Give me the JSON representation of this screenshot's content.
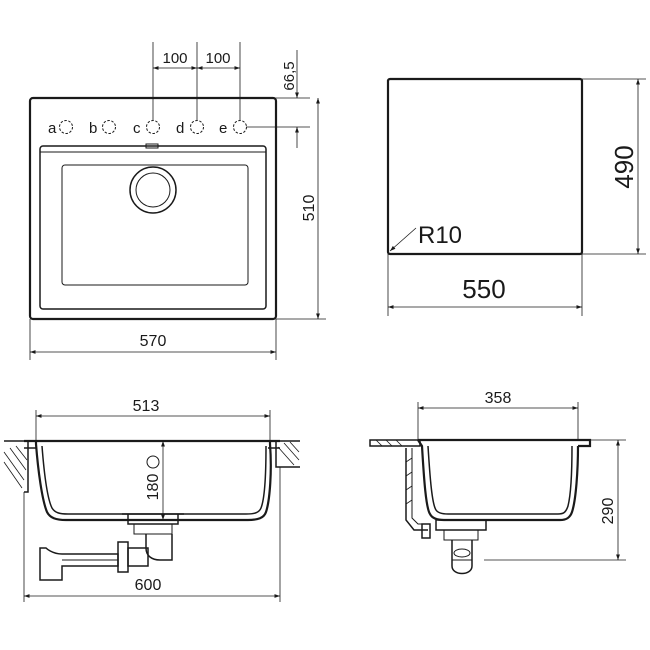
{
  "top_view": {
    "dim_spacing_left": "100",
    "dim_spacing_right": "100",
    "dim_edge_offset": "66,5",
    "dim_height": "510",
    "dim_width": "570",
    "tap_holes": [
      "a",
      "b",
      "c",
      "d",
      "e"
    ]
  },
  "bowl_view": {
    "dim_height": "490",
    "dim_width": "550",
    "corner_radius": "R10"
  },
  "front_section": {
    "dim_bowl_width": "513",
    "dim_overflow_height": "180",
    "dim_cabinet_width": "600"
  },
  "side_section": {
    "dim_bowl_width": "358",
    "dim_depth": "290"
  }
}
